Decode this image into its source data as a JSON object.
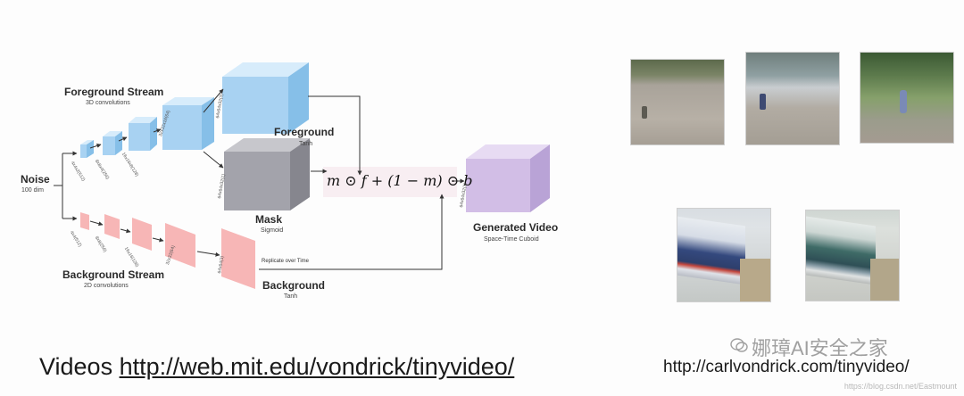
{
  "diagram": {
    "noise_label": "Noise",
    "noise_sub": "100 dim",
    "fg_stream_title": "Foreground Stream",
    "fg_stream_sub": "3D convolutions",
    "bg_stream_title": "Background Stream",
    "bg_stream_sub": "2D convolutions",
    "foreground_label": "Foreground",
    "foreground_sub": "Tanh",
    "mask_label": "Mask",
    "mask_sub": "Sigmoid",
    "background_label": "Background",
    "background_sub": "Tanh",
    "generated_label": "Generated Video",
    "generated_sub": "Space-Time Cuboid",
    "replicate_label": "Replicate over Time",
    "formula": "m ⊙ f + (1 − m) ⊙ b",
    "fg_layers": [
      "4x4x2(512)",
      "8x8x4(256)",
      "16x16x8(128)",
      "32x32x16(64)",
      "64x64x32(3)"
    ],
    "bg_layers": [
      "4x4(512)",
      "8x8(256)",
      "16x16(128)",
      "32x32(64)",
      "64x64(3)"
    ],
    "mask_layer": "64x64x32(1)",
    "gen_layer": "64x64x32(3)",
    "colors": {
      "foreground": "#a8d2f2",
      "mask": "#a3a3ab",
      "background": "#f7b6b6",
      "generated": "#d2bee6"
    }
  },
  "footer": {
    "videos_prefix": "Videos ",
    "videos_url": "http://web.mit.edu/vondrick/tinyvideo/",
    "carl_url": "http://carlvondrick.com/tinyvideo/"
  },
  "watermark": {
    "text": "娜璋AI安全之家",
    "csdn": "https://blog.csdn.net/Eastmount"
  }
}
